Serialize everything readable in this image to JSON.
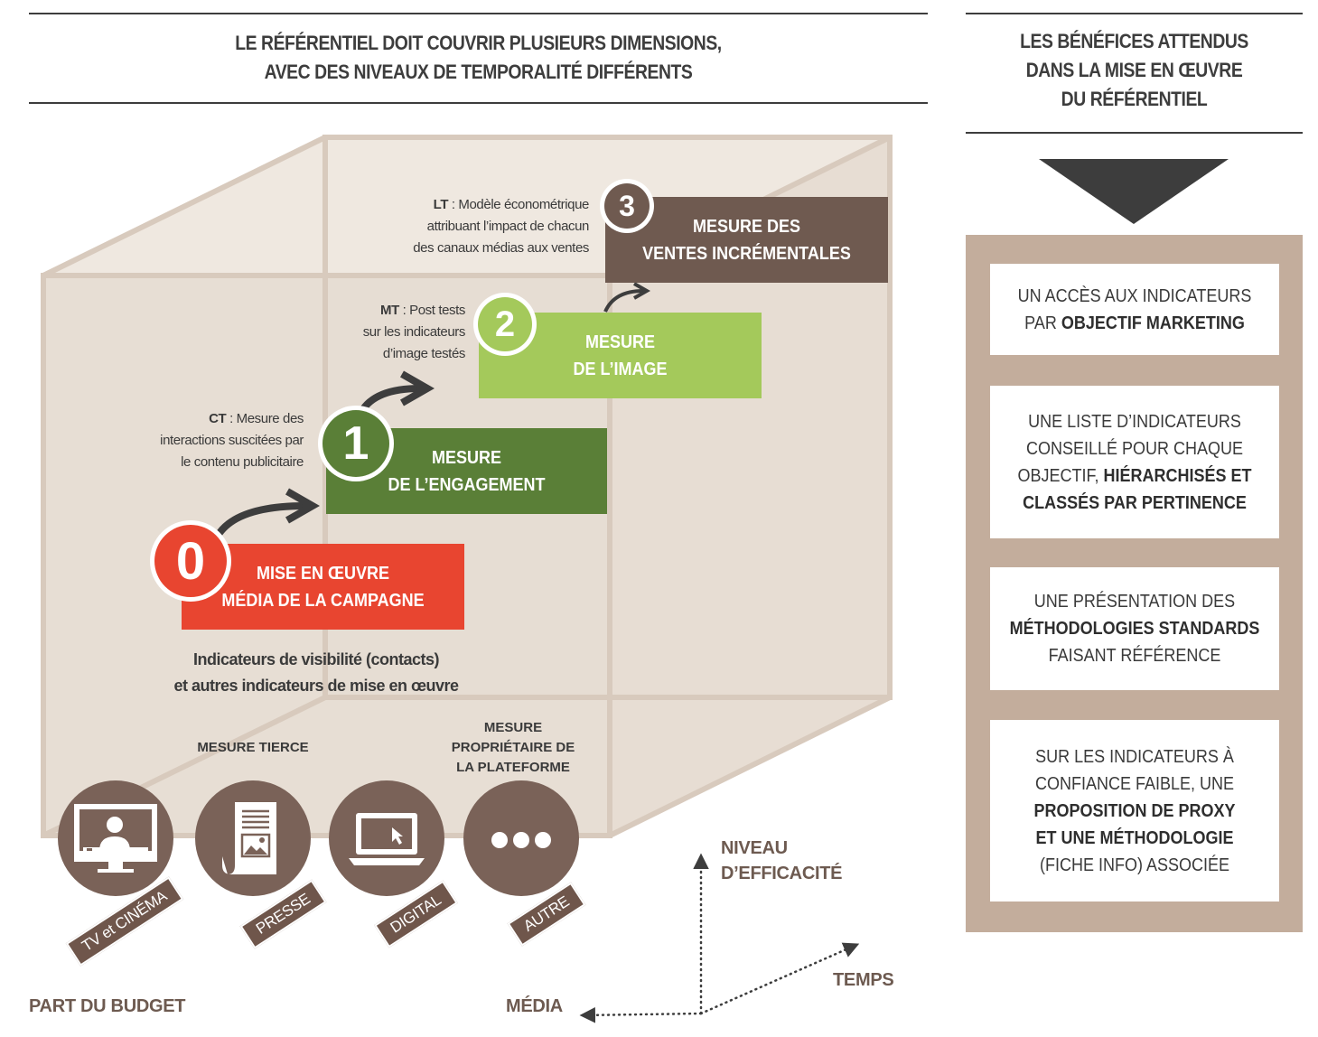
{
  "left_title": {
    "line1": "LE RÉFÉRENTIEL DOIT COUVRIR PLUSIEURS DIMENSIONS,",
    "line2": "AVEC DES NIVEAUX DE TEMPORALITÉ DIFFÉRENTS"
  },
  "right_title": {
    "line1": "LES BÉNÉFICES ATTENDUS",
    "line2": "DANS LA MISE EN ŒUVRE",
    "line3": "DU RÉFÉRENTIEL"
  },
  "steps": [
    {
      "number": "0",
      "line1": "MISE EN ŒUVRE",
      "line2": "MÉDIA DE LA CAMPAGNE",
      "color": "#e84530"
    },
    {
      "number": "1",
      "line1": "MESURE",
      "line2": "DE L’ENGAGEMENT",
      "color": "#5a7f37"
    },
    {
      "number": "2",
      "line1": "MESURE",
      "line2": "DE L’IMAGE",
      "color": "#a4c95b"
    },
    {
      "number": "3",
      "line1": "MESURE DES",
      "line2": "VENTES INCRÉMENTALES",
      "color": "#6f5a50"
    }
  ],
  "notes": {
    "ct": {
      "bold": "CT",
      "line1": " : Mesure des",
      "line2": "interactions suscitées par",
      "line3": "le contenu publicitaire"
    },
    "mt": {
      "bold": "MT",
      "line1": " : Post tests",
      "line2": "sur les indicateurs",
      "line3": "d’image testés"
    },
    "lt": {
      "bold": "LT",
      "line1": " : Modèle économétrique",
      "line2": "attribuant l’impact de chacun",
      "line3": "des canaux médias aux ventes"
    }
  },
  "visibility": {
    "line1": "Indicateurs de visibilité (contacts)",
    "line2": "et autres indicateurs de mise en œuvre"
  },
  "measure_labels": {
    "tierce": "MESURE TIERCE",
    "proprietaire_line1": "MESURE",
    "proprietaire_line2": "PROPRIÉTAIRE DE",
    "proprietaire_line3": "LA PLATEFORME"
  },
  "media": [
    {
      "label": "TV et CINÉMA",
      "icon": "tv-presenter-icon"
    },
    {
      "label": "PRESSE",
      "icon": "newspaper-icon"
    },
    {
      "label": "DIGITAL",
      "icon": "laptop-cursor-icon"
    },
    {
      "label": "AUTRE",
      "icon": "ellipsis-icon"
    }
  ],
  "axes": {
    "niveau_line1": "NIVEAU",
    "niveau_line2": "D’EFFICACITÉ",
    "temps": "TEMPS",
    "media": "MÉDIA",
    "budget": "PART DU BUDGET"
  },
  "benefits": [
    {
      "line1": "UN ACCÈS AUX INDICATEURS",
      "line2_pre": "PAR ",
      "line2_bold": "OBJECTIF MARKETING"
    },
    {
      "line1": "UNE LISTE D’INDICATEURS",
      "line2": "CONSEILLÉ POUR CHAQUE",
      "line3_pre": "OBJECTIF, ",
      "line3_bold": "HIÉRARCHISÉS ET",
      "line4_bold": "CLASSÉS PAR PERTINENCE"
    },
    {
      "line1": "UNE PRÉSENTATION DES",
      "line2_bold": "MÉTHODOLOGIES STANDARDS",
      "line3": "FAISANT RÉFÉRENCE"
    },
    {
      "line1": "SUR LES INDICATEURS À",
      "line2": "CONFIANCE FAIBLE, UNE",
      "line3_bold": "PROPOSITION DE PROXY",
      "line4_bold": "ET UNE MÉTHODOLOGIE",
      "line5": "(FICHE INFO) ASSOCIÉE"
    }
  ],
  "colors": {
    "cube_fill": "#e9e0d7",
    "cube_edge": "#d9ccbf",
    "panel_bg": "#c3ad9c",
    "circle": "#7a6258",
    "arrow_dark": "#3d3d3d"
  }
}
